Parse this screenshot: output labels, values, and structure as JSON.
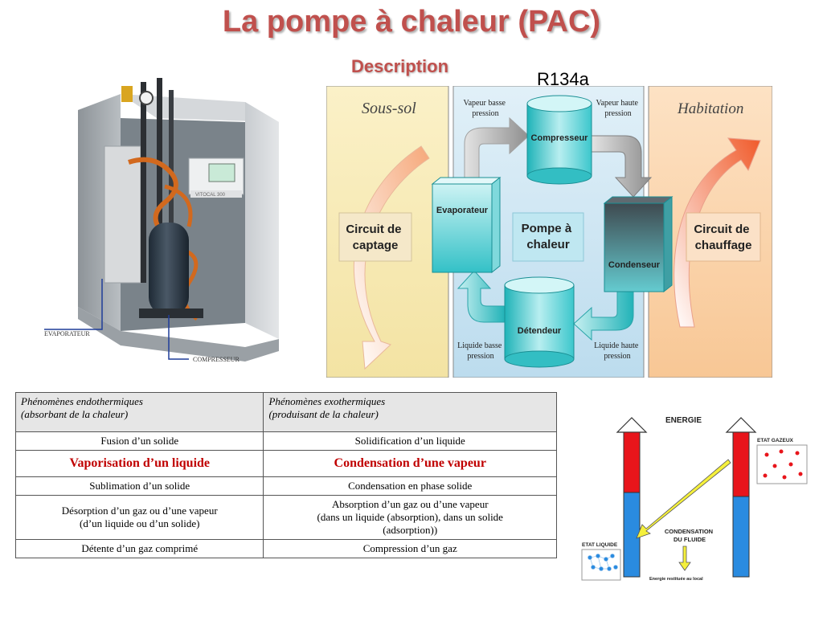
{
  "title": "La pompe à chaleur (PAC)",
  "subtitle": "Description",
  "refrigerant": "R134a",
  "machine": {
    "brand": "VITOCAL 300",
    "labels": {
      "evaporator": "EVAPORATEUR",
      "compressor": "COMPRESSEUR"
    }
  },
  "cycle": {
    "left_zone": "Sous-sol",
    "right_zone": "Habitation",
    "left_circuit": [
      "Circuit de",
      "captage"
    ],
    "right_circuit": [
      "Circuit de",
      "chauffage"
    ],
    "center": [
      "Pompe à",
      "chaleur"
    ],
    "components": {
      "compressor": "Compresseur",
      "evaporator": "Evaporateur",
      "condenser": "Condenseur",
      "expander": "Détendeur"
    },
    "notes": {
      "vapor_low": [
        "Vapeur basse",
        "pression"
      ],
      "vapor_high": [
        "Vapeur haute",
        "pression"
      ],
      "liquid_low": [
        "Liquide basse",
        "pression"
      ],
      "liquid_high": [
        "Liquide haute",
        "pression"
      ]
    }
  },
  "table": {
    "headers": [
      {
        "line1": "Phénomènes endothermiques",
        "line2": "(absorbant de la chaleur)"
      },
      {
        "line1": "Phénomènes exothermiques",
        "line2": "(produisant de la chaleur)"
      }
    ],
    "rows": [
      {
        "highlight": false,
        "left": [
          "Fusion d’un solide"
        ],
        "right": [
          "Solidification d’un liquide"
        ]
      },
      {
        "highlight": true,
        "left": [
          "Vaporisation d’un liquide"
        ],
        "right": [
          "Condensation d’une vapeur"
        ]
      },
      {
        "highlight": false,
        "left": [
          "Sublimation d’un solide"
        ],
        "right": [
          "Condensation en phase solide"
        ]
      },
      {
        "highlight": false,
        "left": [
          "Désorption d’un gaz ou d’une vapeur",
          "(d’un liquide ou d’un solide)"
        ],
        "right": [
          "Absorption d’un gaz ou d’une vapeur",
          "(dans un liquide (absorption), dans un solide",
          "(adsorption))"
        ]
      },
      {
        "highlight": false,
        "left": [
          "Détente d’un gaz comprimé"
        ],
        "right": [
          "Compression d’un gaz"
        ]
      }
    ]
  },
  "energy": {
    "title": "ENERGIE",
    "gas_state": "ETAT GAZEUX",
    "liquid_state": "ETAT LIQUIDE",
    "condensation": [
      "CONDENSATION",
      "DU FLUIDE"
    ],
    "released": "Energie restituée au local"
  },
  "colors": {
    "title": "#c0504d",
    "highlight": "#c00000",
    "hot": "#e8151b",
    "cold": "#2a8be0",
    "teal": "#3fc3c8",
    "arrow_yellow": "#f5f03c"
  }
}
